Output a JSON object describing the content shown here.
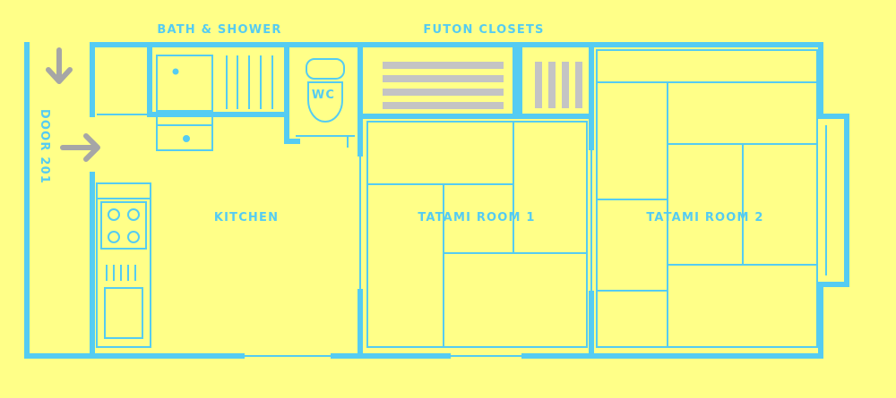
{
  "labels": {
    "bath_shower": "BATH & SHOWER",
    "futon_closets": "FUTON CLOSETS",
    "door": "DOOR 201",
    "wc": "WC",
    "kitchen": "KITCHEN",
    "tatami_room_1": "TATAMI ROOM 1",
    "tatami_room_2": "TATAMI ROOM 2"
  },
  "colors": {
    "background": "#ffff88",
    "wall": "#55ccf2",
    "arrow": "#a6a6a6",
    "closet_slat": "#c4c4c4"
  },
  "icons": {
    "entry_down": "arrow-down-icon",
    "entry_right": "arrow-right-icon"
  }
}
